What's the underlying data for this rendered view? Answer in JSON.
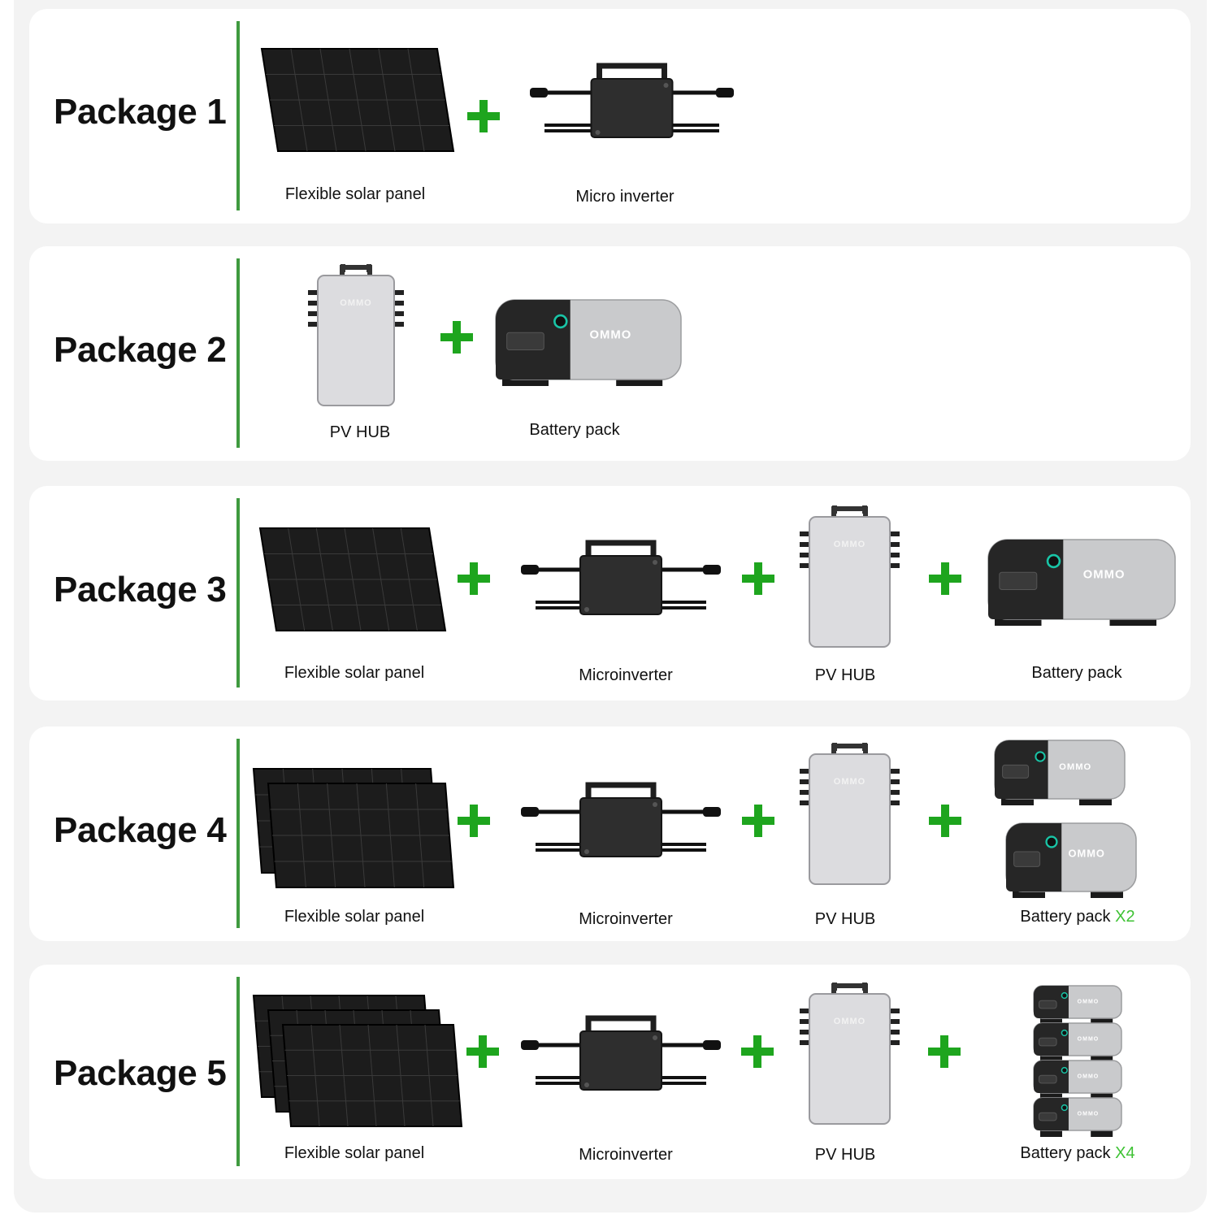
{
  "packages": [
    {
      "title": "Package 1",
      "items": [
        {
          "label": "Flexible solar panel"
        },
        {
          "label": "Micro inverter"
        }
      ]
    },
    {
      "title": "Package 2",
      "items": [
        {
          "label": "PV HUB"
        },
        {
          "label": "Battery pack"
        }
      ]
    },
    {
      "title": "Package 3",
      "items": [
        {
          "label": "Flexible solar panel"
        },
        {
          "label": "Microinverter"
        },
        {
          "label": "PV HUB"
        },
        {
          "label": "Battery pack"
        }
      ]
    },
    {
      "title": "Package 4",
      "items": [
        {
          "label": "Flexible solar panel"
        },
        {
          "label": "Microinverter"
        },
        {
          "label": "PV HUB"
        },
        {
          "label": "Battery pack",
          "multiplier": "X2"
        }
      ]
    },
    {
      "title": "Package 5",
      "items": [
        {
          "label": "Flexible solar panel"
        },
        {
          "label": "Microinverter"
        },
        {
          "label": "PV HUB"
        },
        {
          "label": "Battery pack",
          "multiplier": "X4"
        }
      ]
    }
  ],
  "brand": "OMMO",
  "colors": {
    "divider": "#3f9a3f",
    "plus": "#1ea51e",
    "multiplier": "#3ec234",
    "panel": "#1c1c1c",
    "hub": "#dcdcdf",
    "battery_body": "#c9cacc",
    "battery_front": "#262626",
    "battery_ring": "#19c4a6"
  }
}
